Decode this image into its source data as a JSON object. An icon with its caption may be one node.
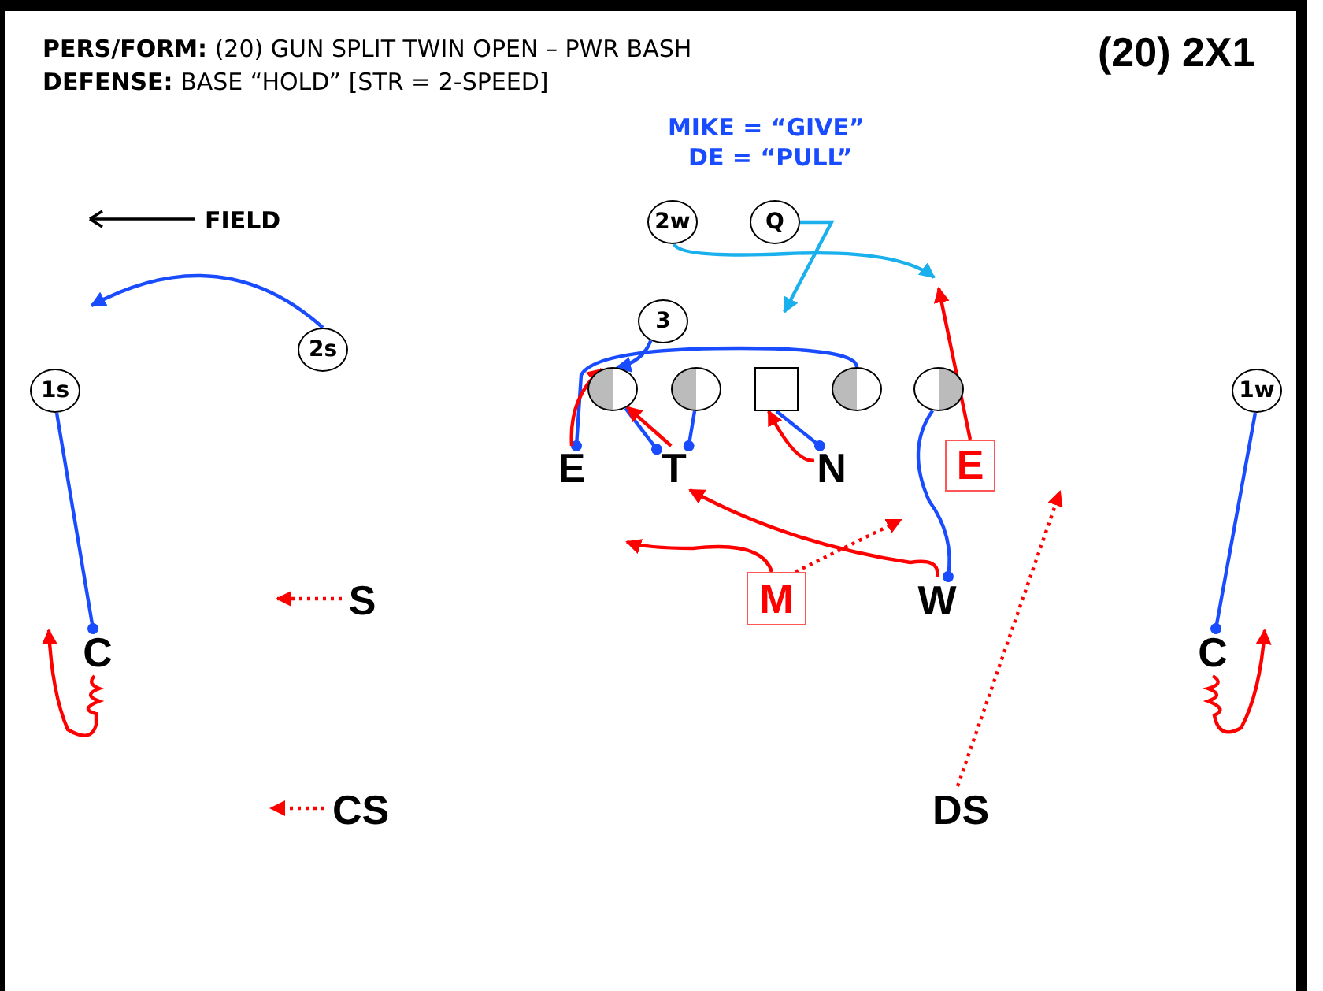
{
  "diagram": {
    "title": "**PERS/FORM:** (20) GUN SPLIT TWIN OPEN – PWR BASH",
    "nodes": [
      {
        "text": [
          "2w"
        ]
      },
      {
        "text": [
          "Q"
        ]
      },
      {
        "text": [
          "3"
        ]
      },
      {
        "text": [],
        "shape": "circle"
      },
      {
        "text": [],
        "shape": "circle"
      },
      {
        "text": [],
        "shape": "box"
      },
      {
        "text": [],
        "shape": "circle"
      },
      {
        "text": [],
        "shape": "circle"
      },
      {
        "text": [
          "1s"
        ]
      },
      {
        "text": [
          "2s"
        ]
      },
      {
        "text": [
          "1w"
        ]
      },
      {
        "text": [
          "E"
        ]
      },
      {
        "text": [
          "T"
        ]
      },
      {
        "text": [
          "N"
        ]
      },
      {
        "text": [
          "E"
        ]
      },
      {
        "text": [
          "M"
        ]
      },
      {
        "text": [
          "W"
        ]
      },
      {
        "text": [
          "S"
        ]
      },
      {
        "text": [
          "C"
        ]
      },
      {
        "text": [
          "C"
        ]
      },
      {
        "text": [
          "CS"
        ]
      },
      {
        "text": [
          "DS"
        ]
      }
    ],
    "edges": [
      {
        "from": 9,
        "to": null,
        "arrow": "to",
        "color": "#1a4cff"
      },
      {
        "from": 8,
        "to": 18,
        "arrow": "other",
        "color": "#1a4cff"
      },
      {
        "from": 10,
        "to": 19,
        "arrow": "other",
        "color": "#1a4cff"
      },
      {
        "from": 0,
        "to": null,
        "arrow": "to",
        "color": "#1ab0ee"
      },
      {
        "from": 1,
        "to": null,
        "arrow": "to",
        "color": "#1ab0ee"
      },
      {
        "from": 2,
        "to": 3,
        "arrow": "to",
        "color": "#1a4cff"
      },
      {
        "from": 6,
        "to": 11,
        "arrow": "other",
        "color": "#1a4cff"
      },
      {
        "from": 3,
        "to": 12,
        "arrow": "other",
        "color": "#1a4cff"
      },
      {
        "from": 4,
        "to": 12,
        "arrow": "other",
        "color": "#1a4cff"
      },
      {
        "from": 5,
        "to": 13,
        "arrow": "other",
        "color": "#1a4cff"
      },
      {
        "from": 7,
        "to": 16,
        "arrow": "other",
        "color": "#1a4cff"
      },
      {
        "from": 11,
        "to": 3,
        "arrow": "to"
      },
      {
        "from": 12,
        "to": 3,
        "arrow": "to"
      },
      {
        "from": 13,
        "to": 5,
        "arrow": "to"
      },
      {
        "from": 14,
        "to": null,
        "arrow": "to"
      },
      {
        "from": 15,
        "to": null,
        "arrow": "to"
      },
      {
        "from": 16,
        "to": 12,
        "arrow": "to"
      },
      {
        "from": 15,
        "to": null,
        "arrow": "to",
        "style": "dashed"
      },
      {
        "from": 17,
        "to": null,
        "arrow": "to",
        "style": "dashed"
      },
      {
        "from": 18,
        "to": null,
        "arrow": "to"
      },
      {
        "from": 19,
        "to": null,
        "arrow": "to"
      },
      {
        "from": 20,
        "to": null,
        "arrow": "to",
        "style": "dashed"
      },
      {
        "from": 21,
        "to": null,
        "arrow": "to",
        "style": "dashed"
      }
    ],
    "labels": [
      "**DEFENSE:** BASE “HOLD” [STR = 2-SPEED]",
      "(20) 2X1",
      "MIKE = “GIVE”",
      "DE = “PULL”",
      "FIELD"
    ]
  }
}
